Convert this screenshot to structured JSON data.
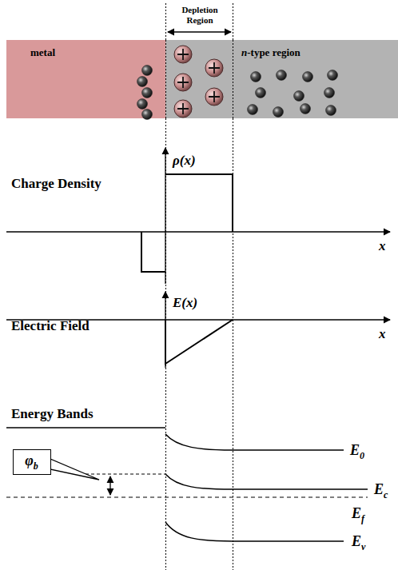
{
  "diagram": {
    "nodes": [
      {
        "text": [
          "metal"
        ]
      },
      {
        "text": [
          "n-type region"
        ]
      },
      {
        "text": [
          "φb"
        ]
      }
    ],
    "labels": [
      "Depletion Region",
      "Charge Density",
      "ρ(x)",
      "x",
      "Electric Field",
      "E(x)",
      "x",
      "Energy Bands",
      "E0",
      "Ec",
      "Ef",
      "Ev"
    ]
  }
}
